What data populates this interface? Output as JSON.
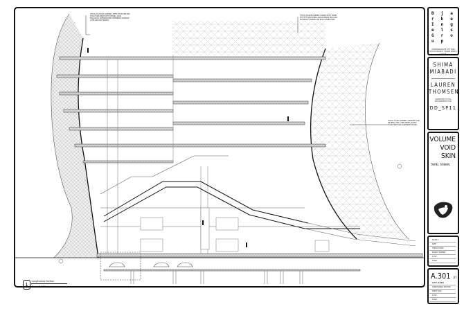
{
  "drawing": {
    "type": "longitudinal-section",
    "label_number": "1",
    "label_title": "Longitudinal Section",
    "label_scale": "Scale:  1:100"
  },
  "notes": {
    "roof_assembly": "Typical flat roof assembly: steel structure and structural beams with decking, rigid insulation, waterproofing membrane, drainage layer and roof pavers.",
    "facade_assembly": "Typical facade assembly: diagrid steel frame with ETFE skin panels and aluminum mullions, secondary framing and edge connections.",
    "floor_assembly": "Typical floor assembly: concrete slab on metal deck, steel beams, raised floor finish and suspended ceiling."
  },
  "title_block": {
    "firm": [
      "B j a r k e",
      "I n g e l s",
      "G r o u p"
    ],
    "firm_note": "Undergraduate 4th year studio project, Bjarke Ingels Group",
    "names": [
      "SHIMA",
      "MIABADI",
      "LAUREN",
      "THOMSEN"
    ],
    "submitted_note": "Completed to fill requirements for",
    "course": "DD_SP11",
    "project_title": [
      "VOLUME",
      "VOID",
      "SKIN"
    ],
    "location": "TAIPEI, TAIWAN",
    "info_rows": [
      "05.2011",
      "Date",
      "Thesis studio",
      "Project number",
      "1:100",
      "Scale"
    ],
    "sheet_number": "A.301",
    "sheet_suffix": ".07",
    "sheet_rows": [
      "Sheet number",
      "Longitudinal section",
      "Sheet title",
      "1:100",
      "Scale"
    ]
  },
  "colors": {
    "ink": "#111111",
    "hatch": "#9a9a9a",
    "slab": "#cfcfcf",
    "paper": "#ffffff"
  }
}
